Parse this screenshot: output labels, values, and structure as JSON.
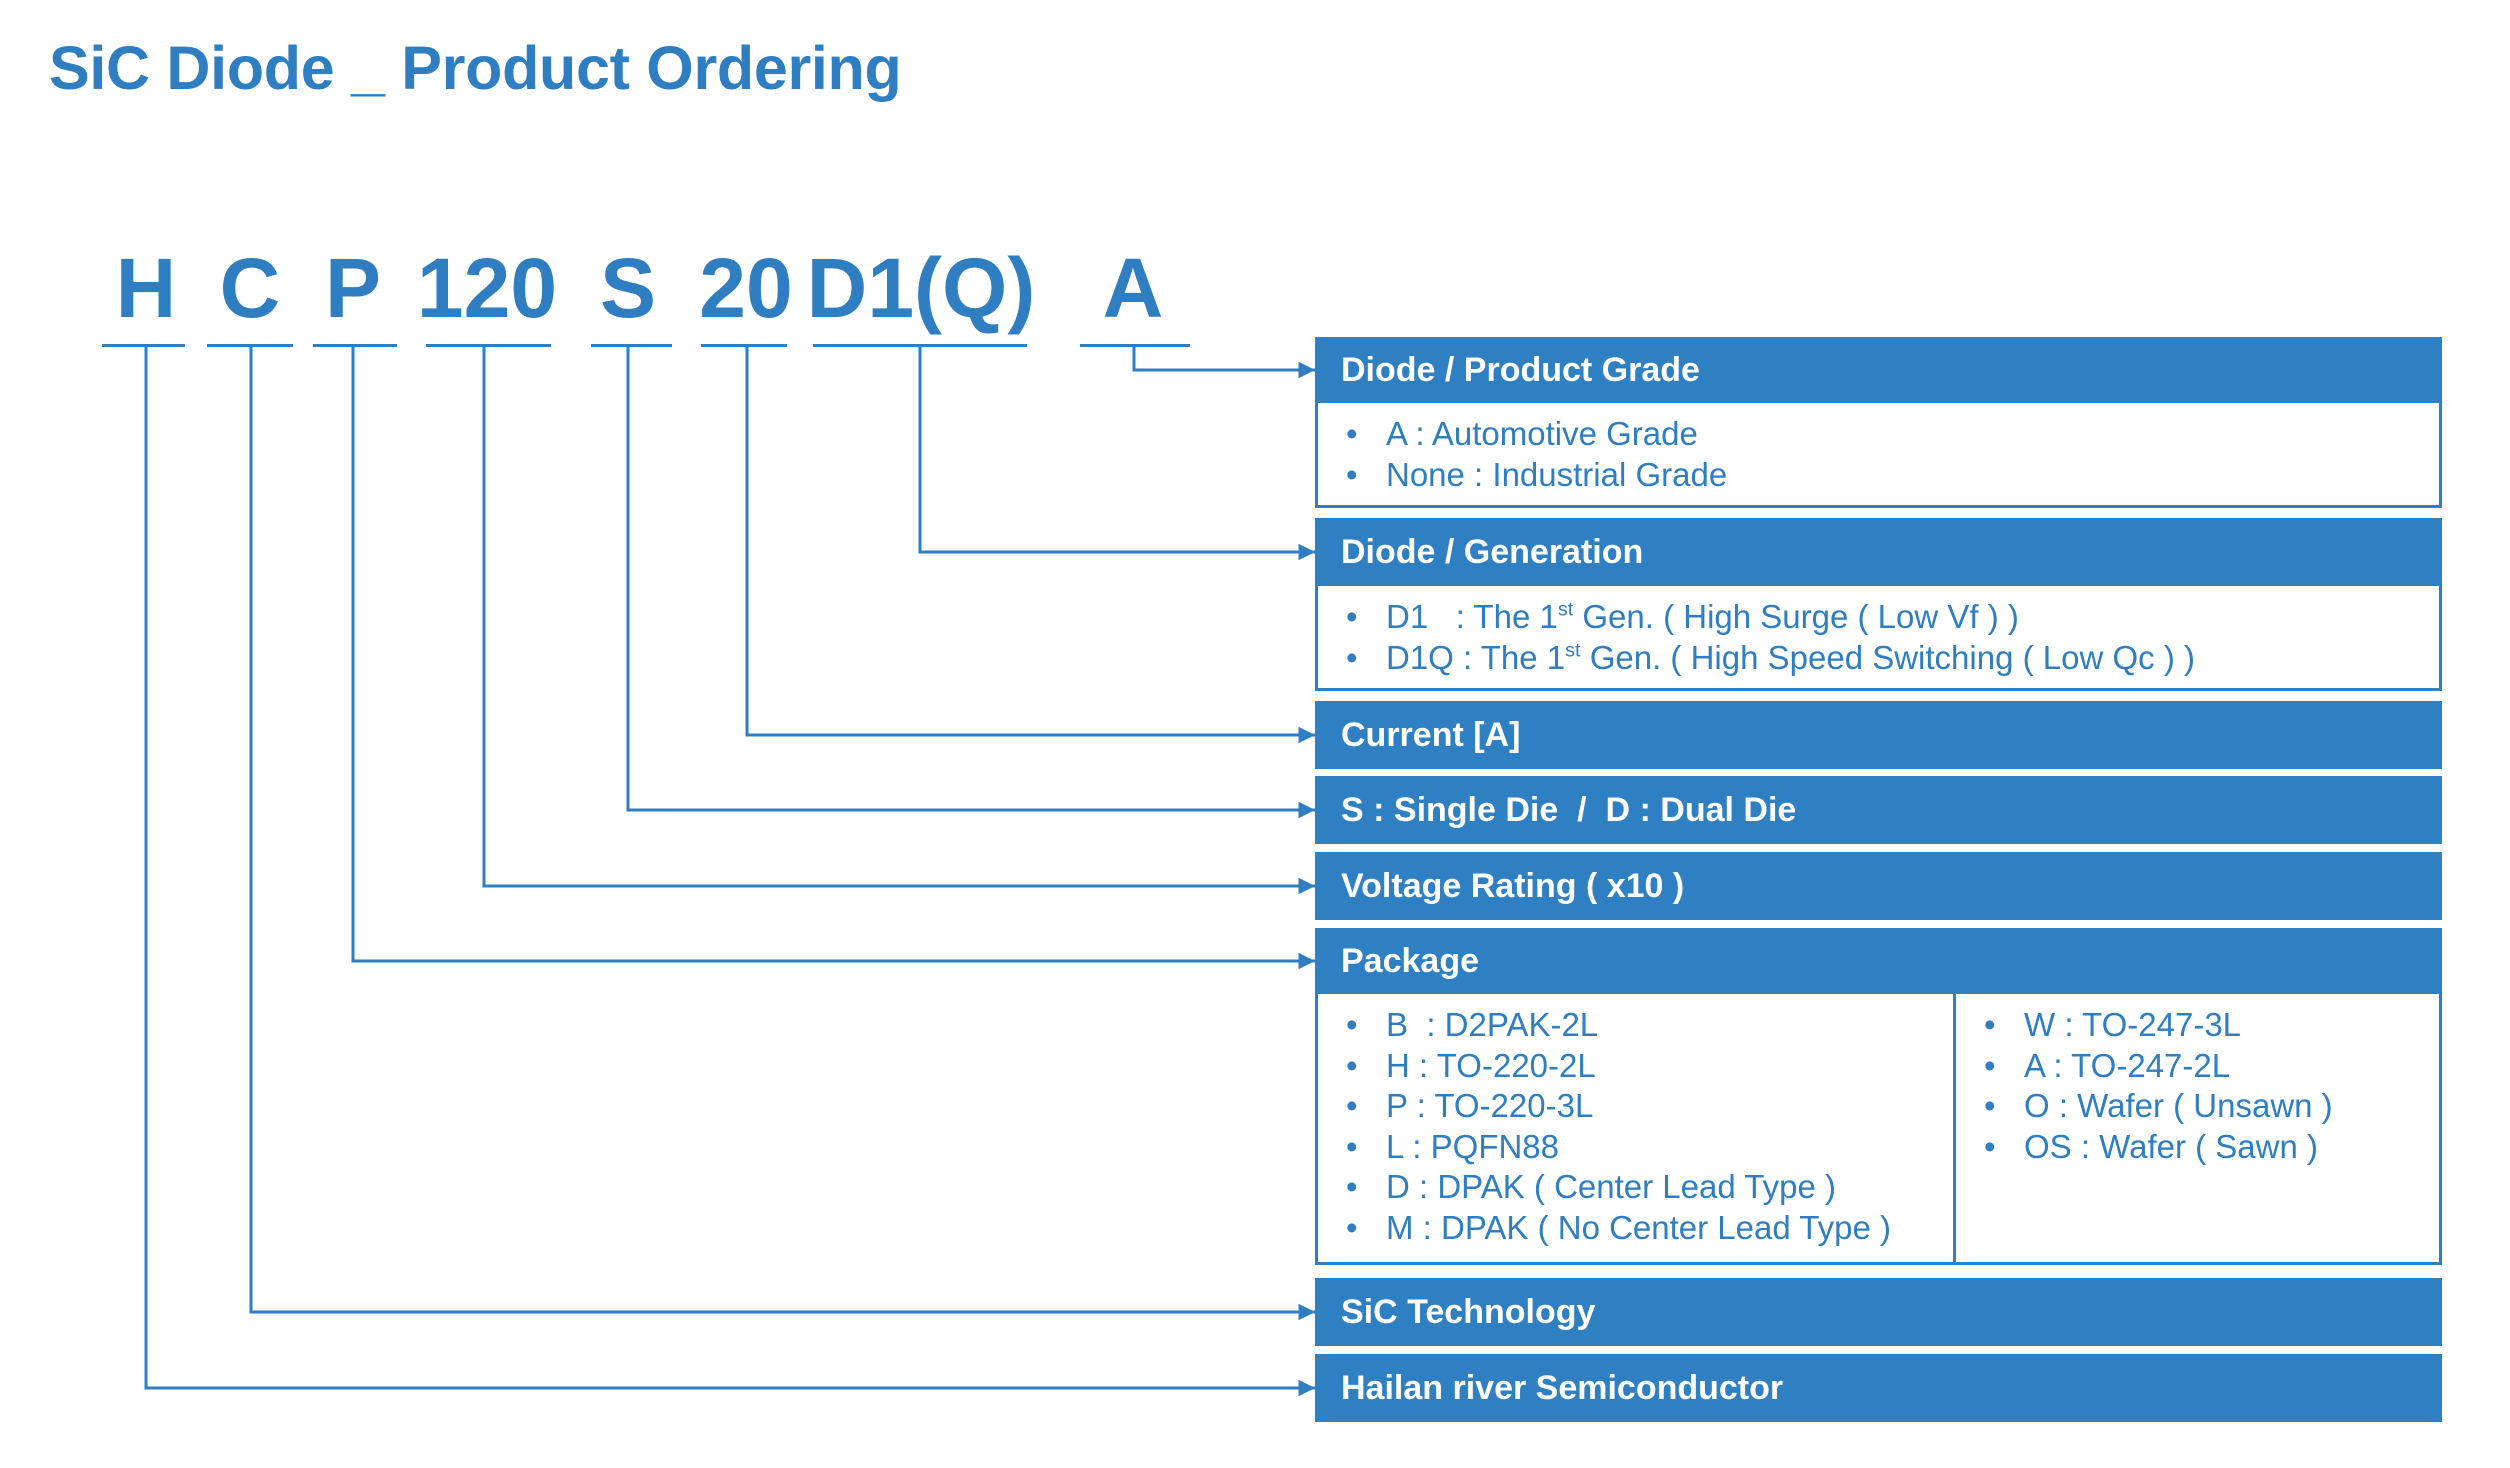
{
  "title": "SiC Diode _ Product Ordering",
  "code": {
    "segments": [
      "H",
      "C",
      "P",
      "120",
      "S",
      "20",
      "D1(Q)",
      "A"
    ]
  },
  "boxes": {
    "grade": {
      "header": "Diode / Product Grade",
      "items": [
        "A : Automotive Grade",
        "None : Industrial Grade"
      ]
    },
    "generation": {
      "header": "Diode / Generation",
      "items": [
        {
          "before": "D1   : The 1",
          "sup": "st",
          "after": " Gen. ( High Surge ( Low Vf ) )"
        },
        {
          "before": "D1Q : The 1",
          "sup": "st",
          "after": " Gen. ( High Speed Switching ( Low Qc ) )"
        }
      ]
    },
    "current": {
      "header": "Current [A]"
    },
    "die": {
      "header": "S : Single Die  /  D : Dual Die"
    },
    "voltage": {
      "header": "Voltage Rating ( x10 )"
    },
    "package": {
      "header": "Package",
      "items_left": [
        "B  : D2PAK-2L",
        "H : TO-220-2L",
        "P : TO-220-3L",
        "L : PQFN88",
        "D : DPAK ( Center Lead Type )",
        "M : DPAK ( No Center Lead Type )"
      ],
      "items_right": [
        "W : TO-247-3L",
        "A : TO-247-2L",
        "O : Wafer ( Unsawn )",
        "OS : Wafer ( Sawn )"
      ]
    },
    "technology": {
      "header": "SiC Technology"
    },
    "maker": {
      "header": "Hailan river Semiconductor"
    }
  },
  "colors": {
    "accent": "#2e7ec1",
    "header_fill": "#2f80c2",
    "header_text": "#ffffff",
    "background": "#ffffff"
  }
}
